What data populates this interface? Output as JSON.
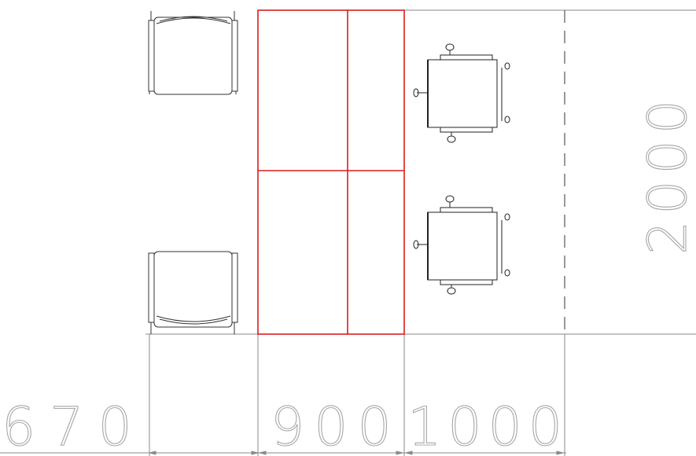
{
  "drawing": {
    "colors": {
      "line": "#8a8a8a",
      "dark": "#1a1a1a",
      "accent": "#d81e1e",
      "text": "#a8a8a8",
      "background": "#ffffff"
    },
    "dimensions": {
      "width_a": "670",
      "width_b": "900",
      "width_c": "1000",
      "height": "2000"
    },
    "objects": {
      "chairs": [
        "office-chair",
        "office-chair"
      ],
      "wheelchairs": [
        "wheelchair-top-view",
        "wheelchair-top-view"
      ],
      "highlight": "bed-zone-2x2-grid"
    }
  }
}
